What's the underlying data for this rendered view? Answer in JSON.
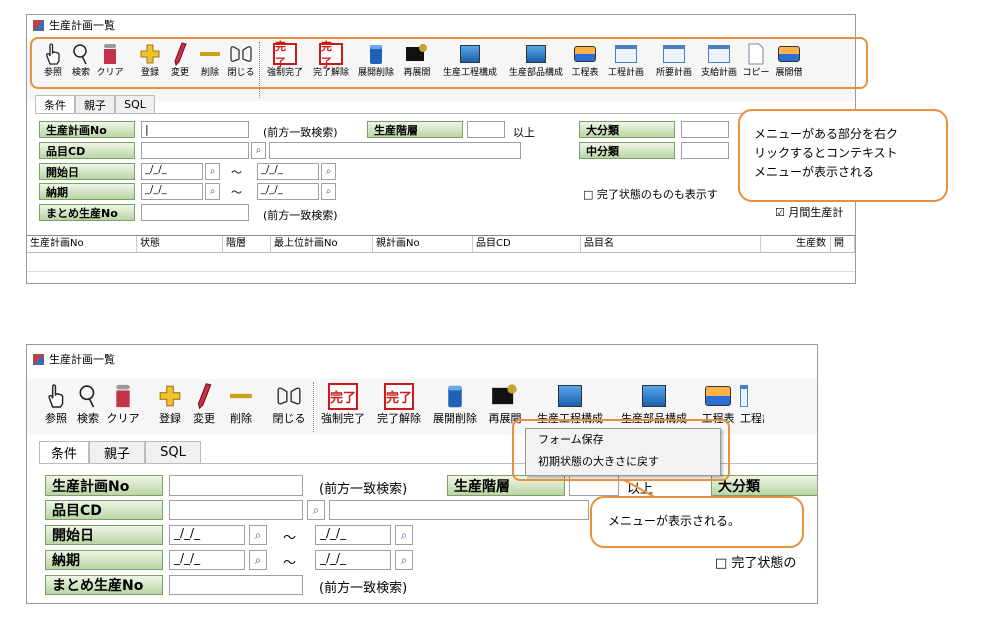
{
  "window_title": "生産計画一覧",
  "toolbar": {
    "sansho": "参照",
    "kensaku": "検索",
    "clear": "クリア",
    "toroku": "登録",
    "henko": "変更",
    "sakujo": "削除",
    "tojiru": "閉じる",
    "kyosei_kanryo": "強制完了",
    "kanryo_kaijo": "完了解除",
    "tenkai_sakujo": "展開削除",
    "saitenkai": "再展開",
    "seisan_kotei_kosei": "生産工程構成",
    "seisan_buhin_kosei": "生産部品構成",
    "koteihyo": "工程表",
    "kotei_keikaku": "工程計画",
    "shoyo_keikaku": "所要計画",
    "shikyu_keikaku": "支給計画",
    "copy": "コピー",
    "tenkai_cut": "展開借",
    "kanryo_glyph": "完了"
  },
  "tabs": [
    "条件",
    "親子",
    "SQL"
  ],
  "form": {
    "seisan_keikaku_no": "生産計画No",
    "hinmoku_cd": "品目CD",
    "kaishibi": "開始日",
    "noki": "納期",
    "matome_no": "まとめ生産No",
    "zenpo_icchi": "(前方一致検索)",
    "seisan_kaiso": "生産階層",
    "ijo": "以上",
    "dai_bunrui": "大分類",
    "chu_bunrui": "中分類",
    "date_placeholder": "_/_/_",
    "tilde": "～",
    "kanryo_check": "□ 完了状態のものも表示す",
    "gekkan_check": "☑ 月間生産計",
    "kanryo_check2": "□ 完了状態の",
    "cursor": "|"
  },
  "grid_headers": [
    "生産計画No",
    "状態",
    "階層",
    "最上位計画No",
    "親計画No",
    "品目CD",
    "品目名",
    "生産数",
    "開"
  ],
  "callout1": "メニューがある部分を右ク\nリックするとコンテキスト\nメニューが表示される",
  "callout2": "メニューが表示される。",
  "context_menu": [
    "フォーム保存",
    "初期状態の大きさに戻す"
  ],
  "colors": {
    "highlight": "#e8913a",
    "label_green": "#b9d5a5",
    "kanryo_red": "#cc1a1a"
  }
}
